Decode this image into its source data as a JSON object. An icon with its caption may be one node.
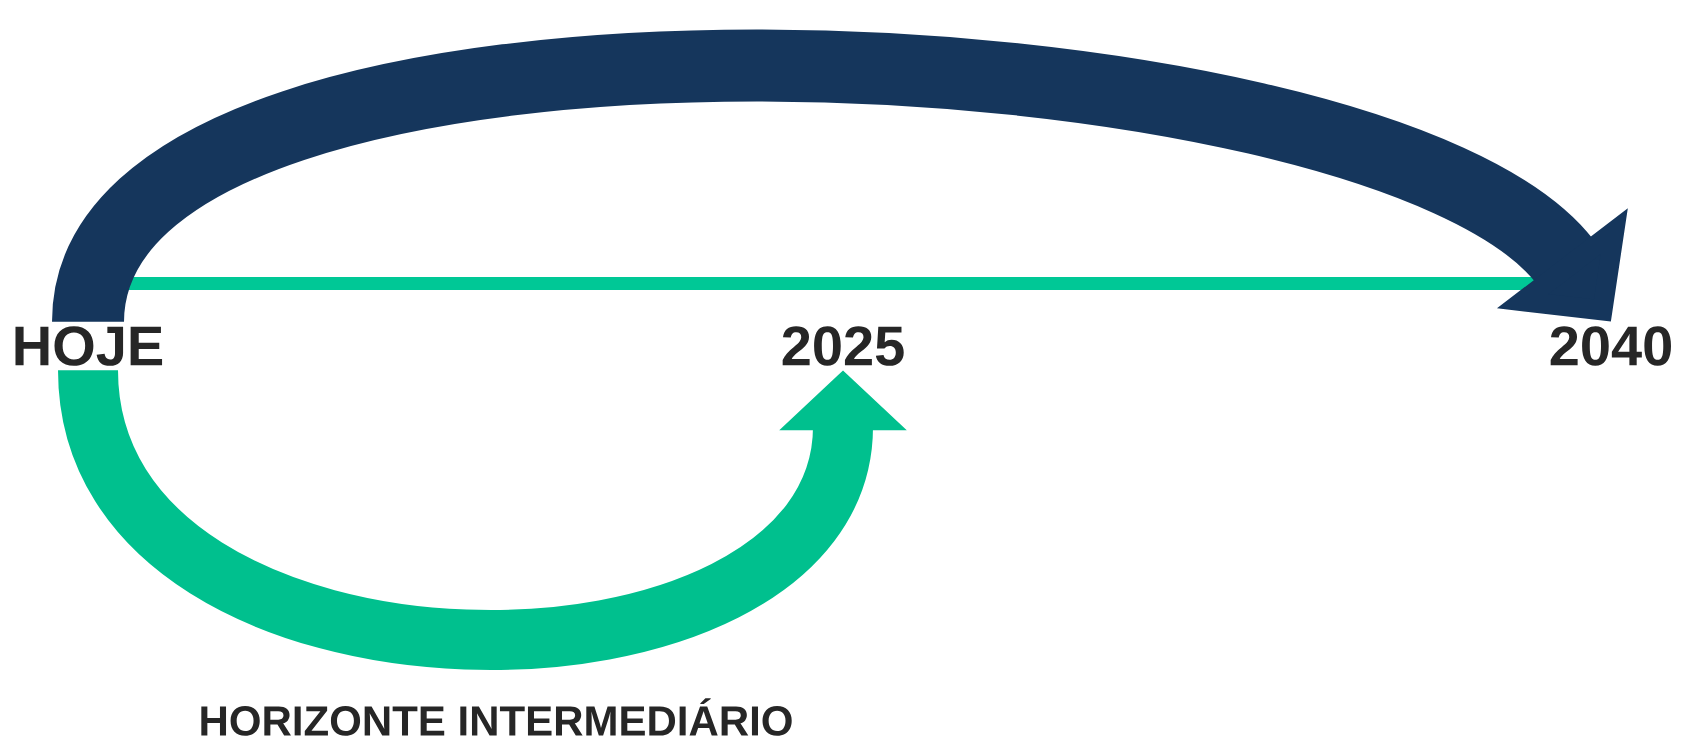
{
  "diagram": {
    "nodes": [
      {
        "text": [
          "HOJE"
        ]
      },
      {
        "text": [
          "2025"
        ]
      },
      {
        "text": [
          "2040"
        ]
      }
    ],
    "edges": [
      {
        "from": 0,
        "to": 2,
        "arrow": "to",
        "color": "#15365c"
      },
      {
        "from": 0,
        "to": 1,
        "arrow": "to",
        "color": "#00c08e",
        "label": "HORIZONTE INTERMEDIÁRIO"
      }
    ]
  }
}
